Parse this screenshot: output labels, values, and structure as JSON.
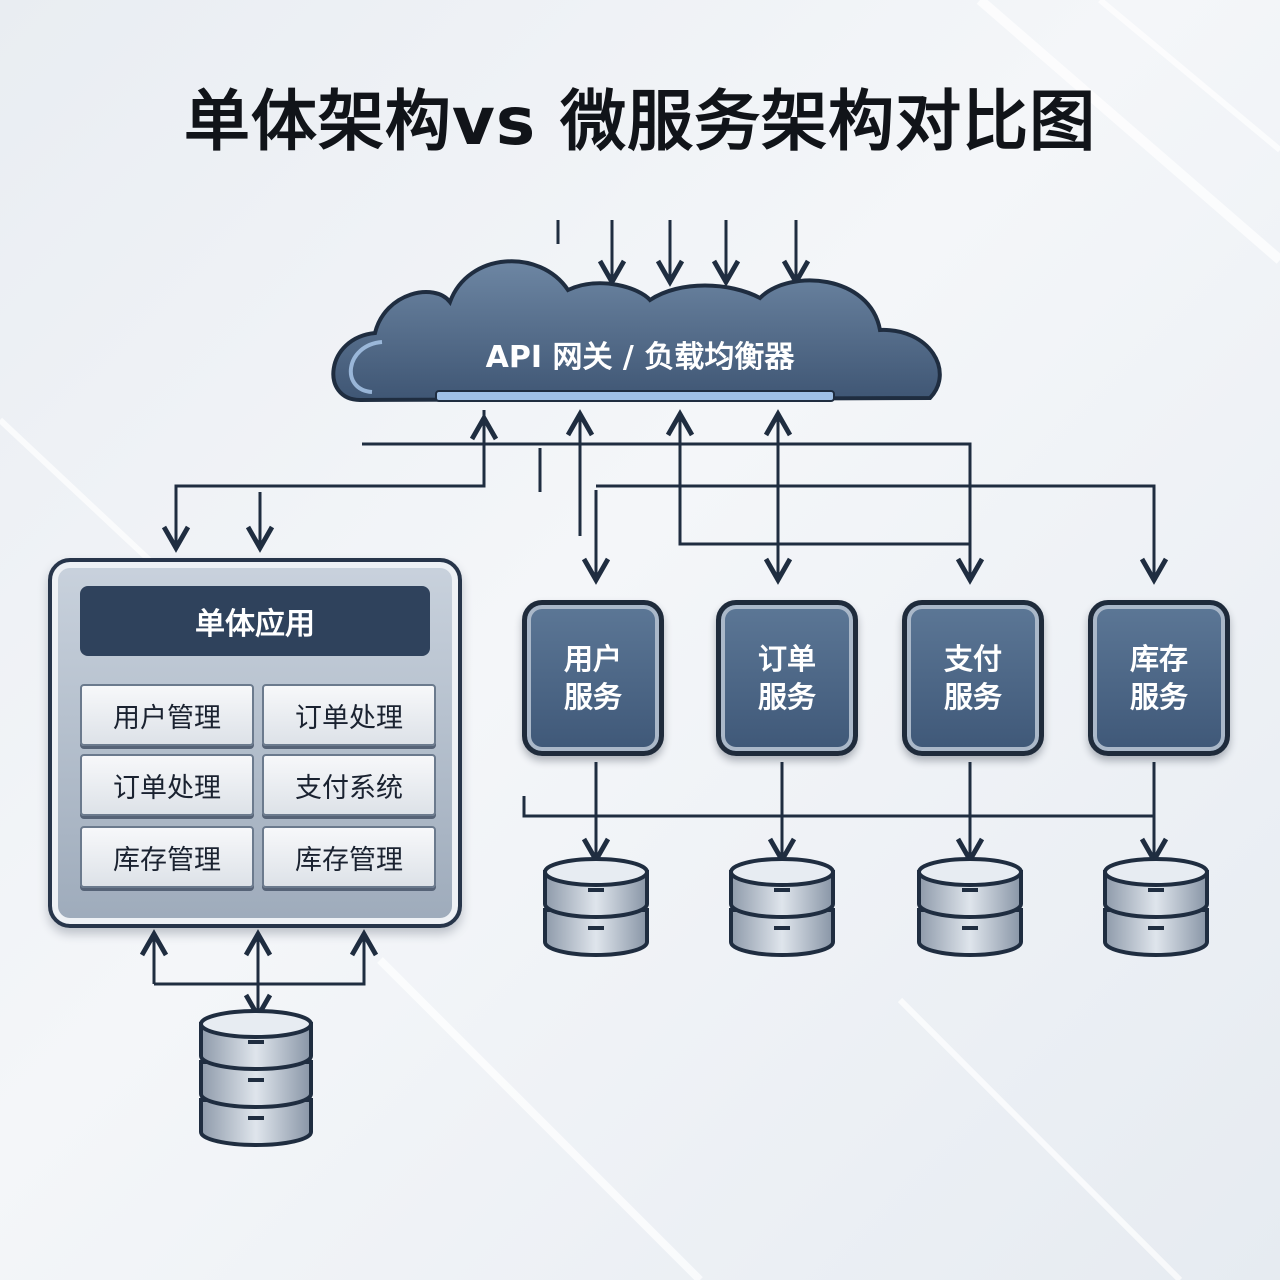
{
  "title": "单体架构vs 微服务架构对比图",
  "gateway": {
    "label": "API 网关 / 负载均衡器"
  },
  "monolith": {
    "title": "单体应用",
    "modules": [
      "用户管理",
      "订单处理",
      "订单处理",
      "支付系统",
      "库存管理",
      "库存管理"
    ]
  },
  "services": [
    {
      "line1": "用户",
      "line2": "服务"
    },
    {
      "line1": "订单",
      "line2": "服务"
    },
    {
      "line1": "支付",
      "line2": "服务"
    },
    {
      "line1": "库存",
      "line2": "服务"
    }
  ],
  "colors": {
    "line": "#1f2d40",
    "service_fill": "#4a6585",
    "cloud_fill": "#4d6584",
    "database_fill": "#c3ccd7"
  }
}
